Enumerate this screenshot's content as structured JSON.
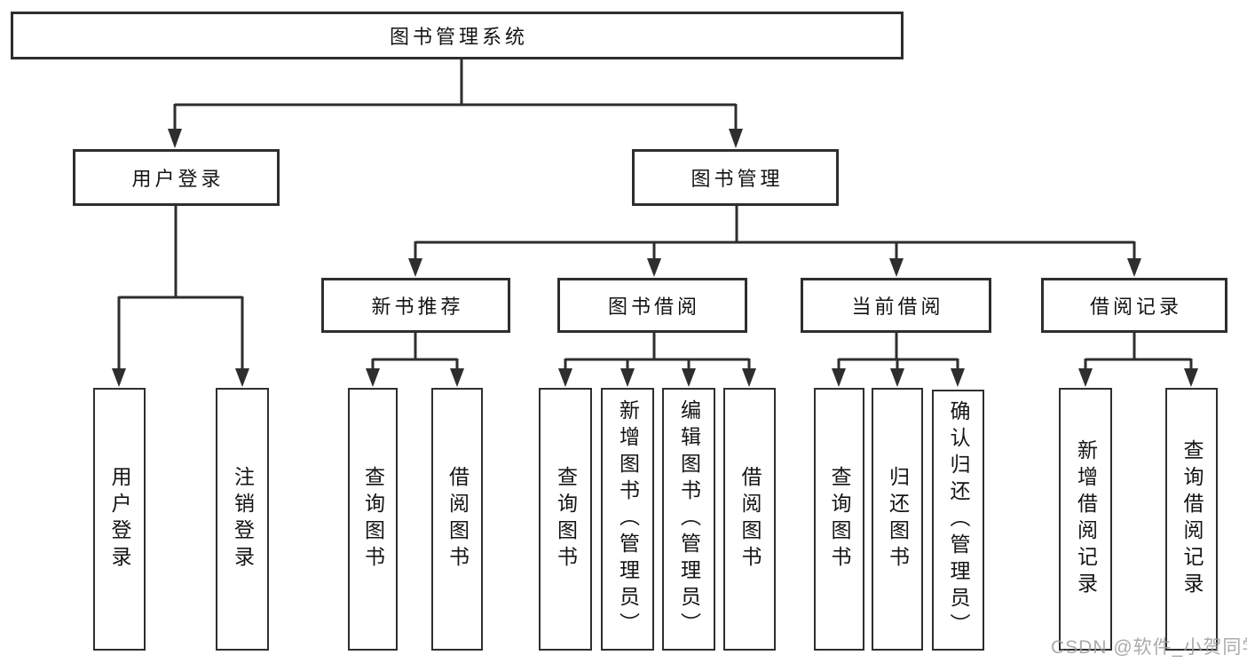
{
  "diagram": {
    "root": "图书管理系统",
    "branches": [
      {
        "label": "用户登录",
        "children": [
          {
            "label": "用户登录"
          },
          {
            "label": "注销登录"
          }
        ]
      },
      {
        "label": "图书管理",
        "children": [
          {
            "label": "新书推荐",
            "children": [
              {
                "label": "查询图书"
              },
              {
                "label": "借阅图书"
              }
            ]
          },
          {
            "label": "图书借阅",
            "children": [
              {
                "label": "查询图书"
              },
              {
                "label": "新增图书（管理员）"
              },
              {
                "label": "编辑图书（管理员）"
              },
              {
                "label": "借阅图书"
              }
            ]
          },
          {
            "label": "当前借阅",
            "children": [
              {
                "label": "查询图书"
              },
              {
                "label": "归还图书"
              },
              {
                "label": "确认归还（管理员）"
              }
            ]
          },
          {
            "label": "借阅记录",
            "children": [
              {
                "label": "新增借阅记录"
              },
              {
                "label": "查询借阅记录"
              }
            ]
          }
        ]
      }
    ]
  },
  "watermark": "CSDN @软件_小贺同学",
  "colors": {
    "line": "#2e2e2e",
    "text": "#141414",
    "watermark": "#9d9d9d",
    "background": "#ffffff"
  }
}
